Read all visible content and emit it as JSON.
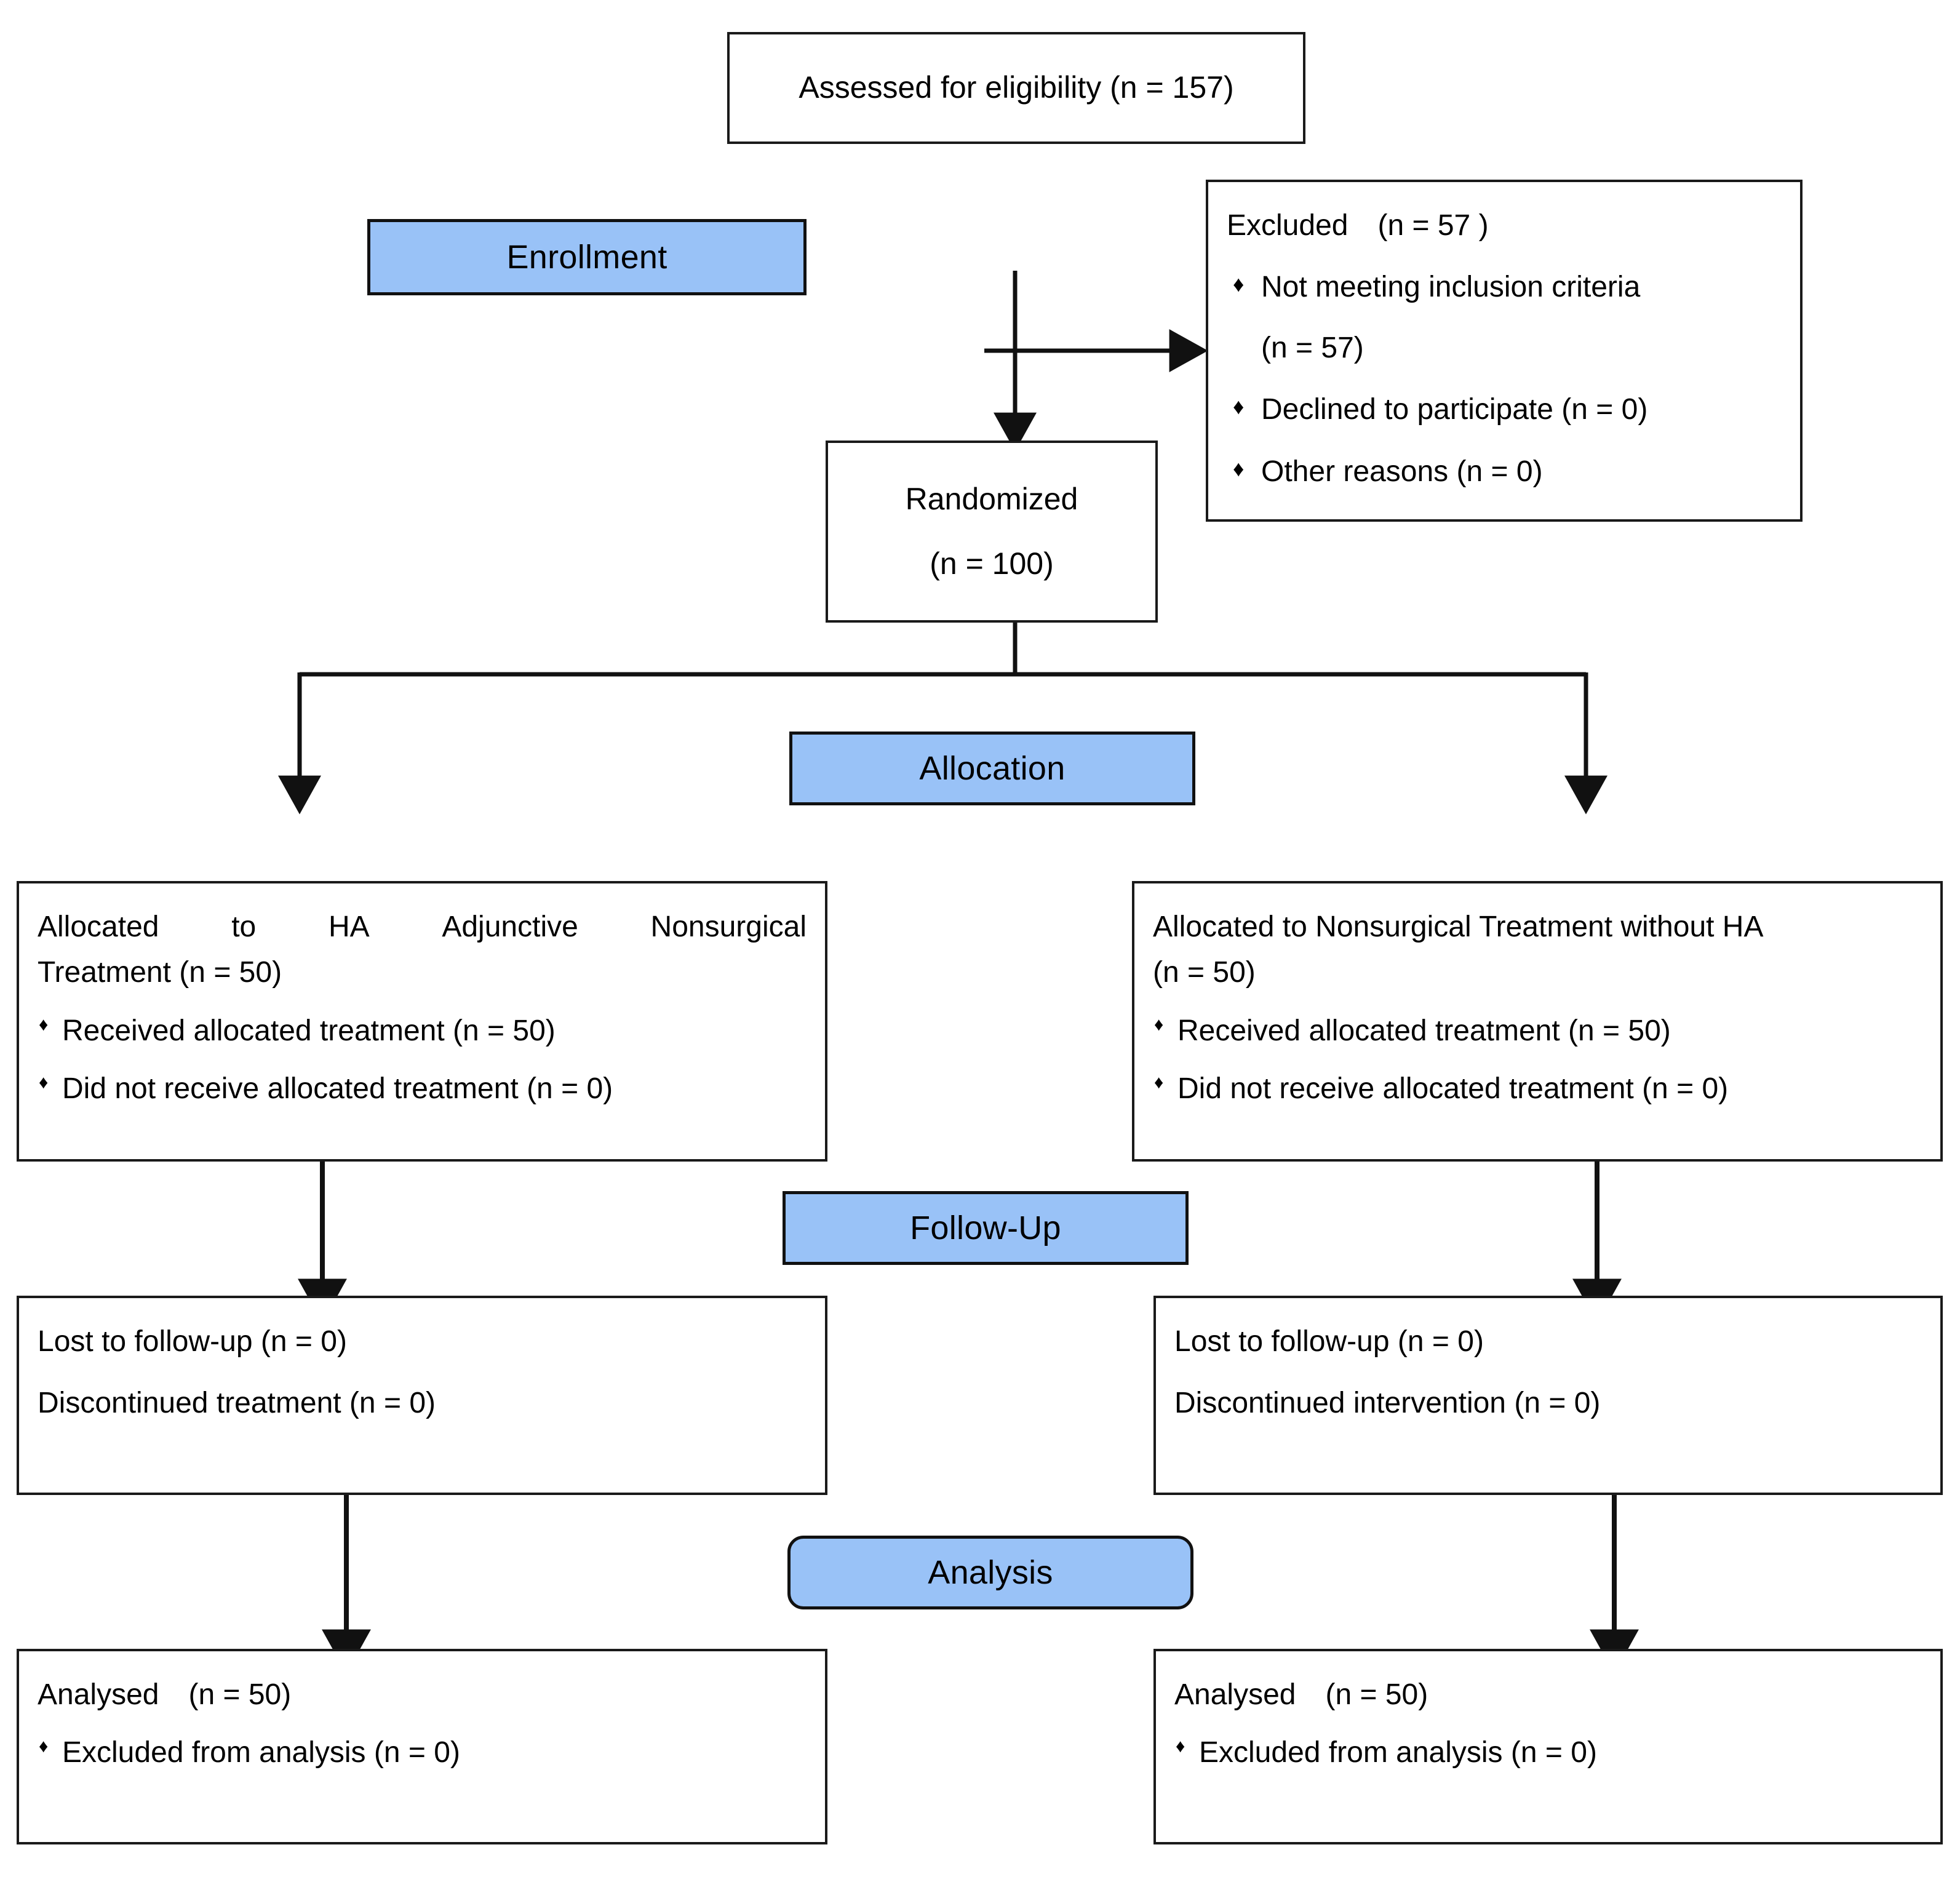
{
  "diagram": {
    "type": "CONSORT flow diagram",
    "accent_color": "#99C2F7",
    "border_color": "#111111",
    "background": "#ffffff",
    "bullet_glyph": "♦"
  },
  "stages": {
    "enrollment": "Enrollment",
    "allocation": "Allocation",
    "follow_up": "Follow-Up",
    "analysis": "Analysis"
  },
  "nodes": {
    "assessed": {
      "text": "Assessed for eligibility (n = 157)"
    },
    "excluded": {
      "title": "Excluded",
      "title_count": "(n = 57 )",
      "bullets": [
        {
          "text": "Not meeting inclusion criteria",
          "sub": "(n = 57)"
        },
        {
          "text": "Declined to participate (n = 0)"
        },
        {
          "text": "Other reasons (n = 0)"
        }
      ]
    },
    "randomized": {
      "line1": "Randomized",
      "line2": "(n = 100)"
    },
    "alloc_left": {
      "title_words": [
        "Allocated",
        "to",
        "HA",
        "Adjunctive",
        "Nonsurgical"
      ],
      "title_line2": "Treatment (n = 50)",
      "bullets": [
        "Received allocated treatment (n = 50)",
        "Did not receive allocated treatment (n = 0)"
      ]
    },
    "alloc_right": {
      "title_line1": "Allocated to Nonsurgical Treatment without HA",
      "title_line2": "(n = 50)",
      "bullets": [
        "Received allocated treatment (n = 50)",
        "Did not receive allocated treatment (n = 0)"
      ]
    },
    "follow_left": {
      "line1": "Lost to follow-up (n = 0)",
      "line2": "Discontinued treatment (n = 0)"
    },
    "follow_right": {
      "line1": "Lost to follow-up (n = 0)",
      "line2": "Discontinued intervention (n = 0)"
    },
    "analysed_left": {
      "title": "Analysed",
      "title_count": "(n = 50)",
      "bullets": [
        "Excluded from analysis (n = 0)"
      ]
    },
    "analysed_right": {
      "title": "Analysed",
      "title_count": "(n = 50)",
      "bullets": [
        "Excluded from analysis (n = 0)"
      ]
    }
  }
}
